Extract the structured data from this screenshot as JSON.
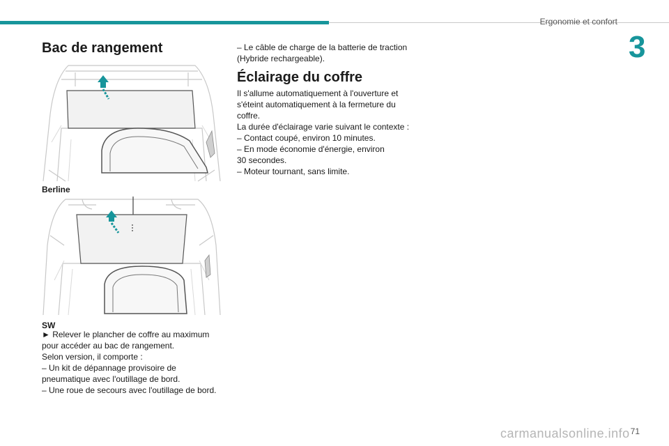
{
  "header": {
    "chapter_title": "Ergonomie et confort",
    "chapter_number": "3"
  },
  "page_number": "71",
  "left": {
    "title": "Bac de rangement",
    "figure1_caption": "Berline",
    "figure2_caption": "SW",
    "lines": [
      "► Relever le plancher de coffre au maximum",
      "pour accéder au bac de rangement.",
      "Selon version, il comporte :",
      "– Un kit de dépannage provisoire de",
      "pneumatique avec l'outillage de bord.",
      "– Une roue de secours avec l'outillage de bord."
    ]
  },
  "right": {
    "top_lines": [
      "– Le câble de charge de la batterie de traction",
      "(Hybride rechargeable)."
    ],
    "title": "Éclairage du coffre",
    "lines": [
      "Il s'allume automatiquement à l'ouverture et",
      "s'éteint automatiquement à la fermeture du",
      "coffre.",
      "La durée d'éclairage varie suivant le contexte :",
      "– Contact coupé, environ 10 minutes.",
      "– En mode économie d'énergie, environ",
      "30 secondes.",
      "– Moteur tournant, sans limite."
    ]
  },
  "watermark": "carmanualsonline.info",
  "colors": {
    "accent": "#17959b",
    "panel": "#f2f2f2"
  }
}
